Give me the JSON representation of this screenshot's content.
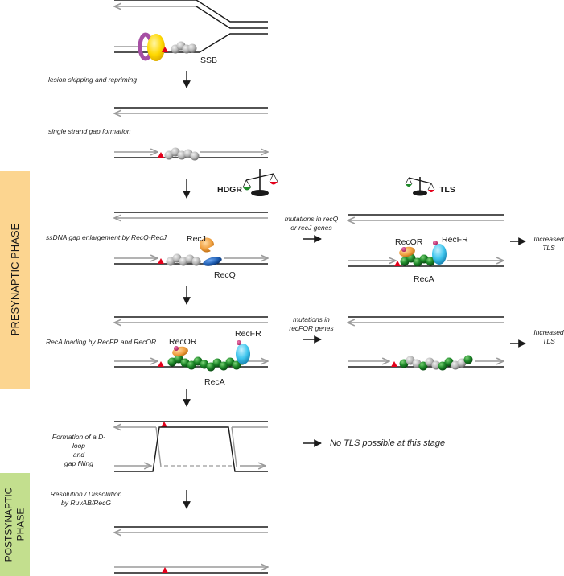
{
  "phases": {
    "presynaptic": "PRESYNAPTIC PHASE",
    "postsynaptic_line1": "POSTSYNAPTIC",
    "postsynaptic_line2": "PHASE",
    "presynaptic_color": "#fcd590",
    "postsynaptic_color": "#c3df8e"
  },
  "steps": {
    "skip": "lesion skipping and repriming",
    "gap": "single strand gap formation",
    "enlarge": "ssDNA gap enlargement by RecQ-RecJ",
    "loading": "RecA loading by RecFR and RecOR",
    "dloop_1": "Formation of a D-loop",
    "dloop_2": "and",
    "dloop_3": "gap filling",
    "resolution_1": "Resolution / Dissolution",
    "resolution_2": "by RuvAB/RecG"
  },
  "proteins": {
    "ssb": "SSB",
    "recj": "RecJ",
    "recq": "RecQ",
    "recor": "RecOR",
    "recfr": "RecFR",
    "reca": "RecA"
  },
  "balance": {
    "hdgr": "HDGR",
    "tls": "TLS"
  },
  "mutations": {
    "recqj_1": "mutations in recQ",
    "recqj_2": "or recJ genes",
    "recfor_1": "mutations in",
    "recfor_2": "recFOR genes"
  },
  "outcomes": {
    "increased_1": "Increased",
    "increased_2": "TLS",
    "no_tls": "No TLS possible at this stage"
  },
  "colors": {
    "lesion": "#e3001b",
    "dna_gray": "#9a9a9a",
    "dna_black": "#1a1a1a",
    "reca_green": "#1f8a2a",
    "ssb_gray": "#b7b7b7",
    "recj_orange": "#e09a17",
    "recq_blue": "#1f5fb4",
    "recfr_cyan": "#3fc6ee",
    "recor_orange": "#f0a040",
    "recor_magenta": "#c0166a",
    "polymerase_yellow": "#ffd800",
    "clamp_purple": "#a64fa4"
  }
}
